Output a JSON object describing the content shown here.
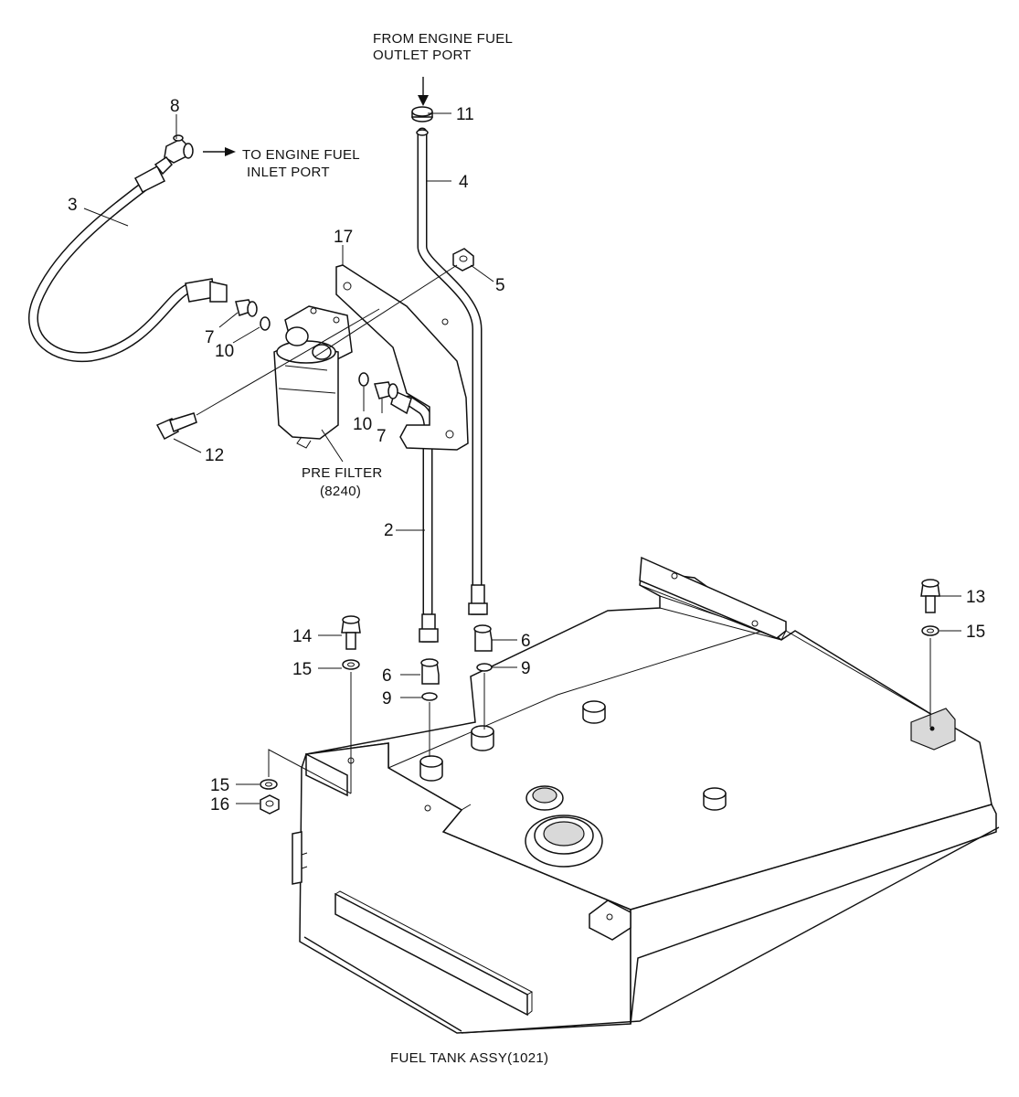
{
  "callouts": {
    "c2": "2",
    "c3": "3",
    "c4": "4",
    "c5": "5",
    "c6a": "6",
    "c6b": "6",
    "c7a": "7",
    "c7b": "7",
    "c8": "8",
    "c9a": "9",
    "c9b": "9",
    "c10a": "10",
    "c10b": "10",
    "c11": "11",
    "c12": "12",
    "c13": "13",
    "c14": "14",
    "c15a": "15",
    "c15b": "15",
    "c15c": "15",
    "c16": "16",
    "c17": "17"
  },
  "notes": {
    "from_engine_line1": "FROM ENGINE FUEL",
    "from_engine_line2": "OUTLET PORT",
    "to_engine_line1": "TO ENGINE FUEL",
    "to_engine_line2": "INLET PORT",
    "pre_filter_line1": "PRE FILTER",
    "pre_filter_line2": "(8240)"
  },
  "caption": "FUEL TANK ASSY(1021)"
}
